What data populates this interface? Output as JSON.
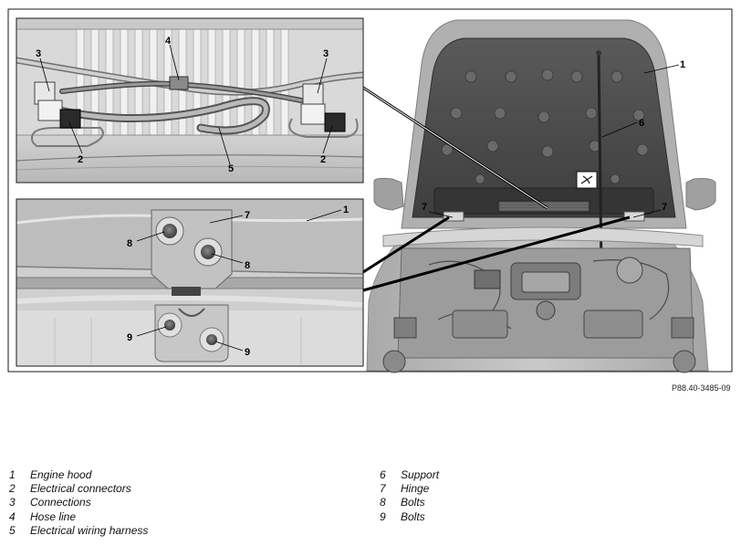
{
  "reference_code": "P88.40-3485-09",
  "callouts": {
    "engine_hood": "1",
    "electrical_connectors": "2",
    "connections": "3",
    "hose_line": "4",
    "wiring_harness": "5",
    "support": "6",
    "hinge": "7",
    "bolts_upper": "8",
    "bolts_lower": "9"
  },
  "legend_left": [
    {
      "num": "1",
      "label": "Engine hood"
    },
    {
      "num": "2",
      "label": "Electrical connectors"
    },
    {
      "num": "3",
      "label": "Connections"
    },
    {
      "num": "4",
      "label": "Hose line"
    },
    {
      "num": "5",
      "label": "Electrical wiring harness"
    }
  ],
  "legend_right": [
    {
      "num": "6",
      "label": "Support"
    },
    {
      "num": "7",
      "label": "Hinge"
    },
    {
      "num": "8",
      "label": "Bolts"
    },
    {
      "num": "9",
      "label": "Bolts"
    }
  ],
  "colors": {
    "frame": "#1a1a1a",
    "hood_dark": "#4d4d4d",
    "body_grey": "#b3b3b3",
    "panel_grey": "#c8c8c8"
  }
}
